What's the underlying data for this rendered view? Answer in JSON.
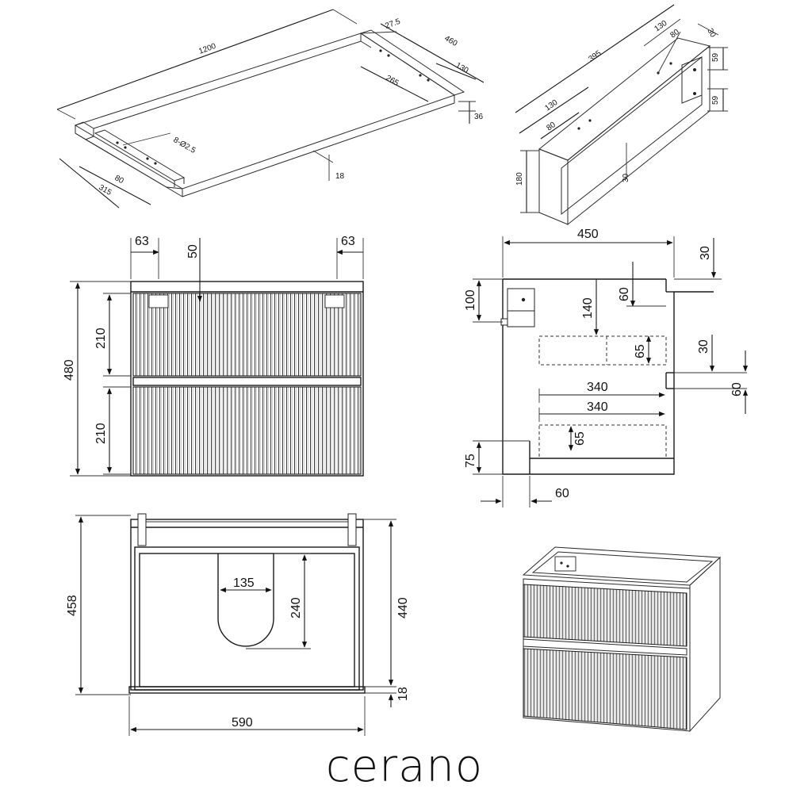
{
  "brand": "cerano",
  "top_view": {
    "width": "1200",
    "depth": "460",
    "edge_offset": "27.5",
    "hole_spacing_long": "265",
    "hole_spacing_short": "130",
    "thickness": "36",
    "holes": "8-Ø2.5",
    "rail_width": "80",
    "rail_depth": "315",
    "base_thickness": "18"
  },
  "bracket_view": {
    "length": "395",
    "hole_a": "130",
    "hole_b": "80",
    "flange": "30",
    "slot_1": "59",
    "slot_2": "59",
    "hole_a2": "130",
    "hole_b2": "80",
    "height": "180",
    "wall": "30"
  },
  "front_view": {
    "inset_left": "63",
    "top_hole": "50",
    "inset_right": "63",
    "total_height": "480",
    "drawer_1": "210",
    "drawer_2": "210"
  },
  "side_view": {
    "depth": "450",
    "top_gap": "30",
    "bracket_height": "100",
    "mount_height": "140",
    "upper_block": "60",
    "slot_h1": "65",
    "rail_gap": "30",
    "rail_height": "60",
    "drawer_depth_1": "340",
    "drawer_depth_2": "340",
    "slot_h2": "65",
    "plinth": "75",
    "plinth_depth": "60"
  },
  "back_view": {
    "total_height": "458",
    "inner_height": "440",
    "cutout_width": "135",
    "cutout_height": "240",
    "bottom": "18",
    "width": "590"
  }
}
